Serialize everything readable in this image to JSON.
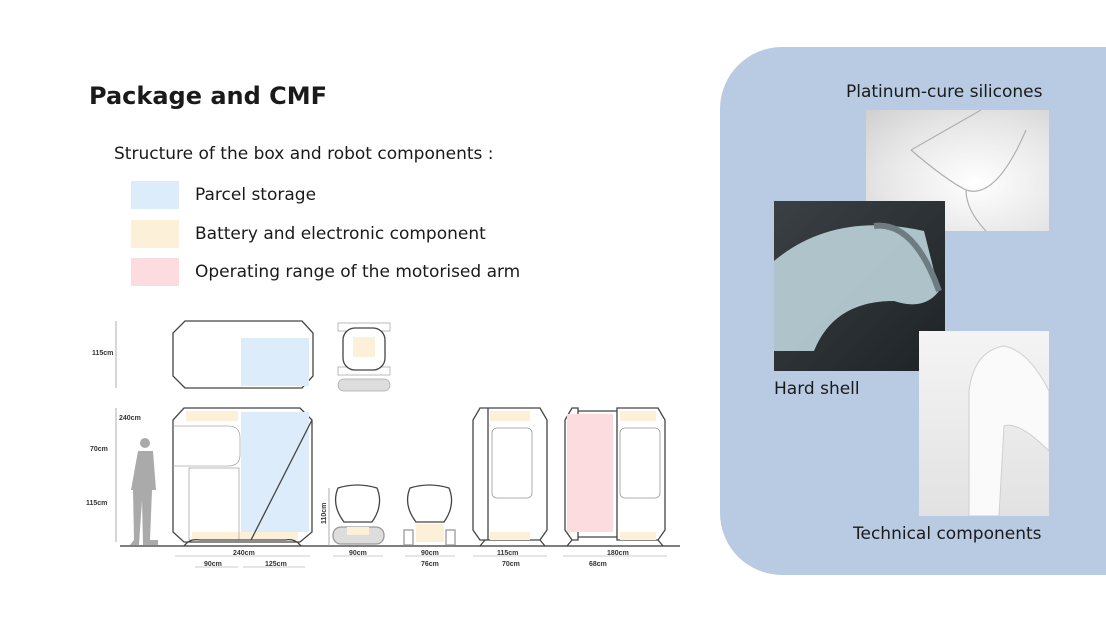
{
  "title": "Package and CMF",
  "subtitle": "Structure of the box and robot components :",
  "legend": [
    {
      "label": "Parcel storage",
      "color": "#dcecfa"
    },
    {
      "label": "Battery and electronic component",
      "color": "#fcf0d8"
    },
    {
      "label": "Operating range of the motorised arm",
      "color": "#fcdcdf"
    }
  ],
  "dimensions": {
    "top_height": "115cm",
    "total_height": "240cm",
    "upper": "70cm",
    "lower": "115cm",
    "box_width": "240cm",
    "box_left": "90cm",
    "box_right": "125cm",
    "robot_height": "110cm",
    "robot_width": "90cm",
    "robot2_width": "90cm",
    "robot2_inner": "76cm",
    "side_width": "115cm",
    "side_inner": "70cm",
    "open_width": "180cm",
    "open_inner": "68cm"
  },
  "materials": {
    "silicone": "Platinum-cure silicones",
    "shell": "Hard shell",
    "technical": "Technical components"
  }
}
